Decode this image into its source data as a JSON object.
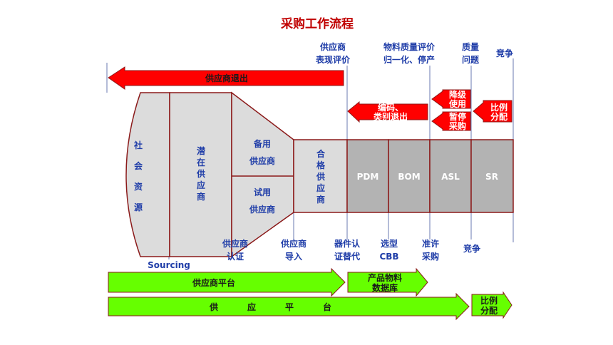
{
  "title": "采购工作流程",
  "top_labels": {
    "supplier_eval": [
      "供应商",
      "表现评价"
    ],
    "material_quality": [
      "物料质量评价",
      "归一化、停产"
    ],
    "quality_issue": [
      "质量",
      "问题"
    ],
    "competition": "竞争"
  },
  "red_arrows": {
    "supplier_exit": "供应商退出",
    "code_exit": [
      "编码、",
      "类别退出"
    ],
    "downgrade": [
      "降级",
      "使用"
    ],
    "suspend": [
      "暂停",
      "采购"
    ],
    "ratio_alloc": [
      "比例",
      "分配"
    ]
  },
  "funnel": {
    "social_resources": [
      "社",
      "会",
      "资",
      "源"
    ],
    "potential_supplier": [
      "潜",
      "在",
      "供",
      "应",
      "商"
    ],
    "backup_supplier": [
      "备用",
      "供应商"
    ],
    "trial_supplier": [
      "试用",
      "供应商"
    ],
    "qualified_supplier": [
      "合",
      "格",
      "供",
      "应",
      "商"
    ],
    "stages": [
      "PDM",
      "BOM",
      "ASL",
      "SR"
    ]
  },
  "bottom_labels": {
    "sourcing": "Sourcing",
    "supplier_cert": [
      "供应商",
      "认证"
    ],
    "supplier_intro": [
      "供应商",
      "导入"
    ],
    "device_cert": [
      "器件认",
      "证替代"
    ],
    "select_cbb": [
      "选型",
      "CBB"
    ],
    "approved_purchase": [
      "准许",
      "采购"
    ],
    "competition": "竞争"
  },
  "green_arrows": {
    "supplier_platform": "供应商平台",
    "product_db": [
      "产品物料",
      "数据库"
    ],
    "supply_platform": [
      "供",
      "应",
      "平",
      "台"
    ],
    "ratio_alloc": [
      "比例",
      "分配"
    ]
  },
  "colors": {
    "title": "#c00000",
    "label_blue": "#1f3da8",
    "red_arrow": "#ff0000",
    "green_arrow": "#66ff00",
    "funnel_fill": "#dcdcdc",
    "band_fill": "#b3b3b3",
    "outline": "#8b1a1a"
  }
}
